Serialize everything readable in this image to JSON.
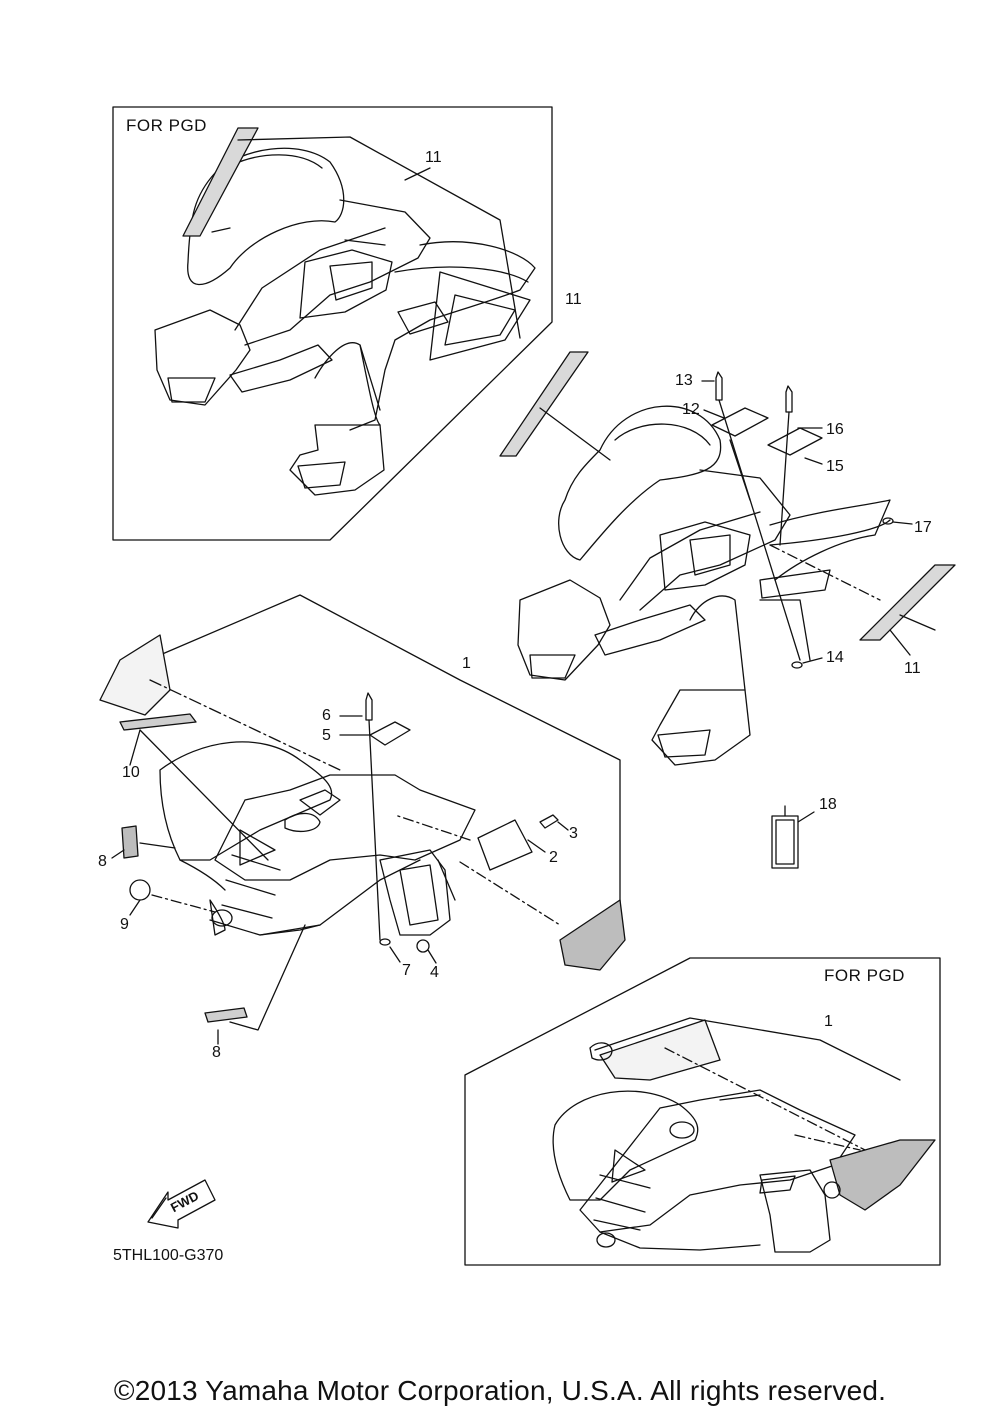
{
  "diagram": {
    "variant_boxes": [
      {
        "label": "FOR PGD"
      },
      {
        "label": "FOR PGD"
      }
    ],
    "callouts": [
      "11",
      "11",
      "13",
      "12",
      "16",
      "15",
      "17",
      "14",
      "11",
      "1",
      "6",
      "5",
      "10",
      "3",
      "2",
      "8",
      "9",
      "7",
      "4",
      "8",
      "18",
      "1"
    ],
    "fwd_label": "FWD",
    "diagram_code": "5THL100-G370",
    "copyright": "©2013 Yamaha Motor Corporation, U.S.A. All rights reserved."
  }
}
